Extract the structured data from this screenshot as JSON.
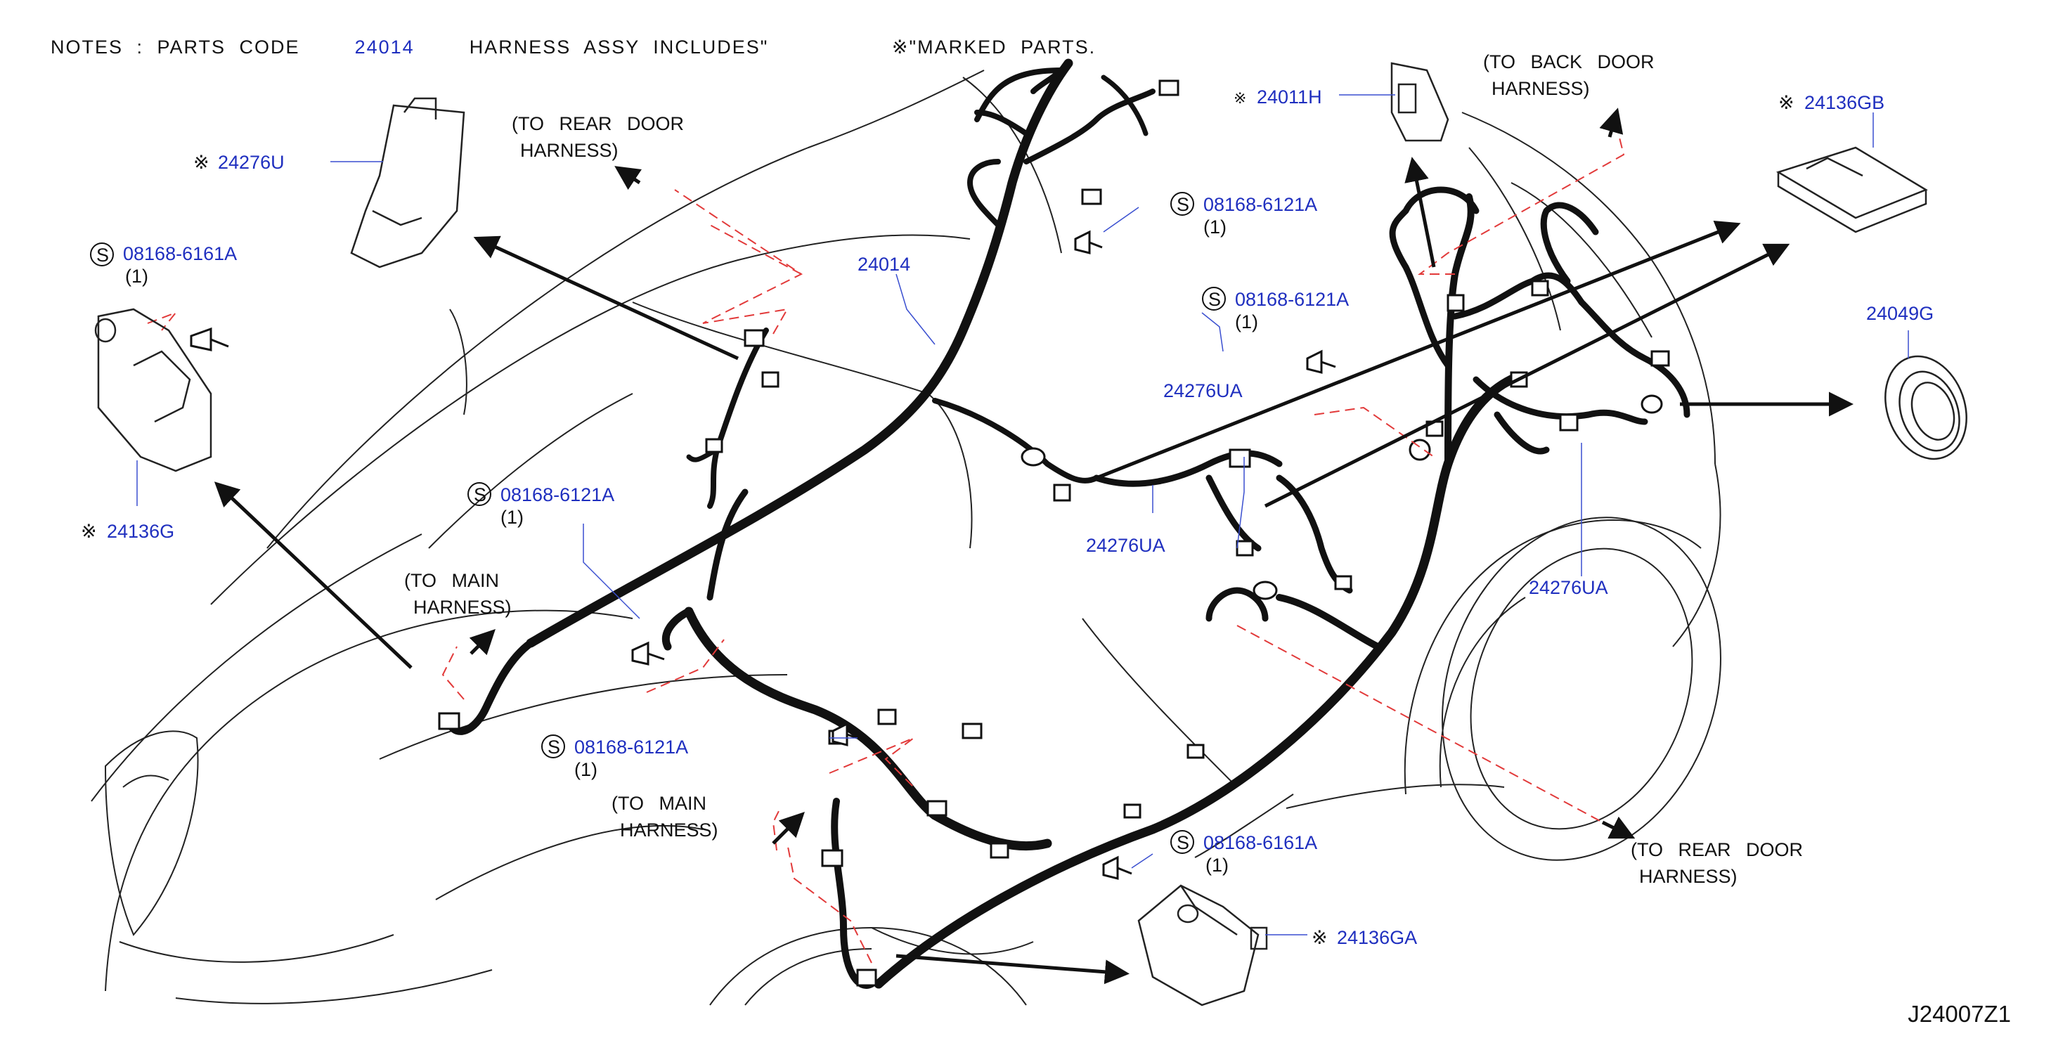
{
  "notes": {
    "prefix": "NOTES : PARTS CODE",
    "code": "24014",
    "text": "HARNESS ASSY INCLUDES\"",
    "marked": "※\"MARKED PARTS."
  },
  "diagram_id": "J24007Z1",
  "callouts": [
    {
      "label": "24276U",
      "marker": "※"
    },
    {
      "label": "08168-6161A",
      "qty": "(1)"
    },
    {
      "label": "24136G",
      "marker": "※"
    },
    {
      "label": "08168-6121A",
      "qty": "(1)"
    },
    {
      "label": "08168-6121A",
      "qty": "(1)"
    },
    {
      "label": "24014"
    },
    {
      "label": "08168-6121A",
      "qty": "(1)"
    },
    {
      "label": "08168-6121A",
      "qty": "(1)"
    },
    {
      "label": "24011H",
      "marker": "※"
    },
    {
      "label": "24136GB",
      "marker": "※"
    },
    {
      "label": "24049G"
    },
    {
      "label": "24276UA"
    },
    {
      "label": "24276UA"
    },
    {
      "label": "24276UA"
    },
    {
      "label": "08168-6161A",
      "qty": "(1)"
    },
    {
      "label": "24136GA",
      "marker": "※"
    }
  ],
  "screw_symbol": "S",
  "directions": [
    {
      "line1": "(TO REAR DOOR",
      "line2": "HARNESS)"
    },
    {
      "line1": "(TO MAIN",
      "line2": "HARNESS)"
    },
    {
      "line1": "(TO MAIN",
      "line2": "HARNESS)"
    },
    {
      "line1": "(TO BACK DOOR",
      "line2": "HARNESS)"
    },
    {
      "line1": "(TO REAR DOOR",
      "line2": "HARNESS)"
    }
  ]
}
